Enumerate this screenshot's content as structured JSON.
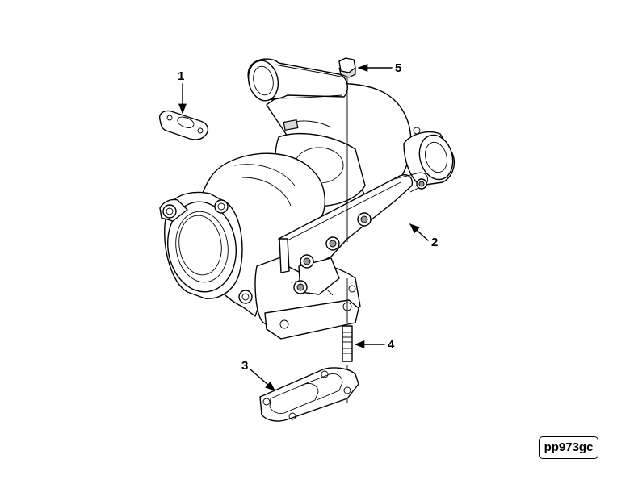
{
  "diagram": {
    "reference_code": "pp973gc",
    "callouts": [
      {
        "id": "1",
        "label": "1"
      },
      {
        "id": "2",
        "label": "2"
      },
      {
        "id": "3",
        "label": "3"
      },
      {
        "id": "4",
        "label": "4"
      },
      {
        "id": "5",
        "label": "5"
      }
    ]
  }
}
